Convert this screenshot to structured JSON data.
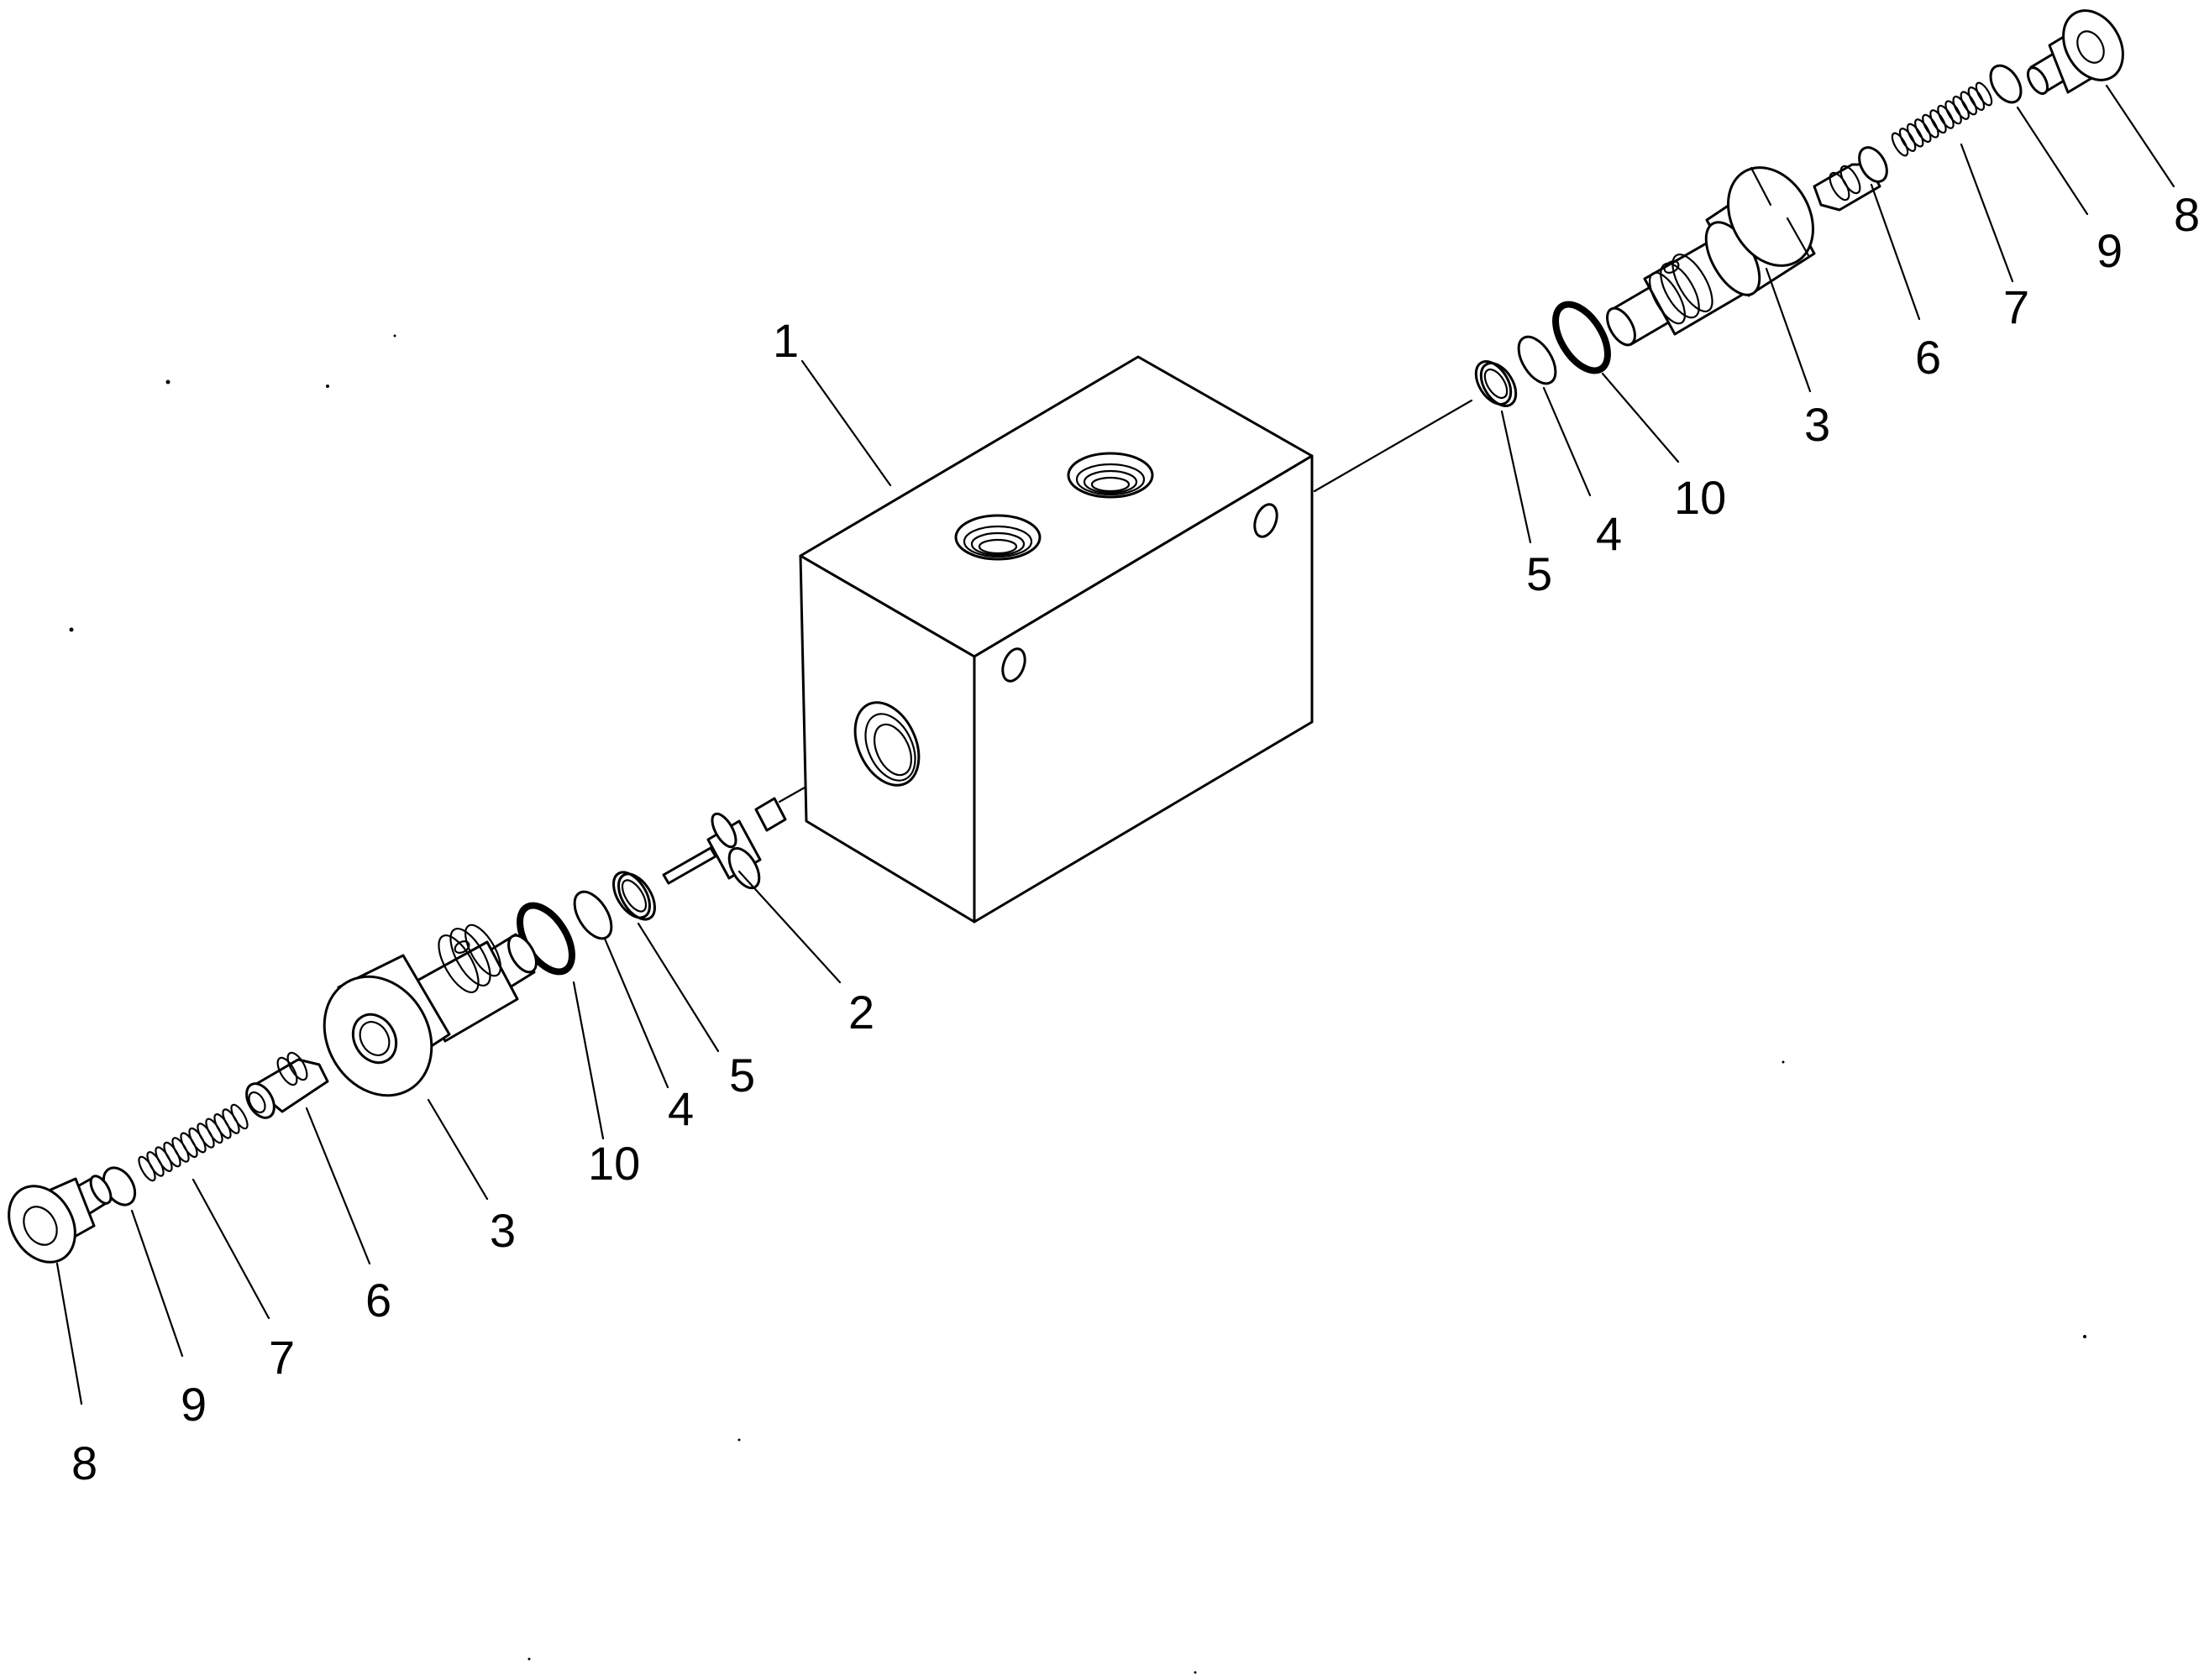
{
  "callouts": {
    "c1": "1",
    "c2": "2",
    "l3": "3",
    "l4": "4",
    "l5": "5",
    "l6": "6",
    "l7": "7",
    "l8": "8",
    "l9": "9",
    "l10": "10",
    "r3": "3",
    "r4": "4",
    "r5": "5",
    "r6": "6",
    "r7": "7",
    "r8": "8",
    "r9": "9",
    "r10": "10"
  }
}
